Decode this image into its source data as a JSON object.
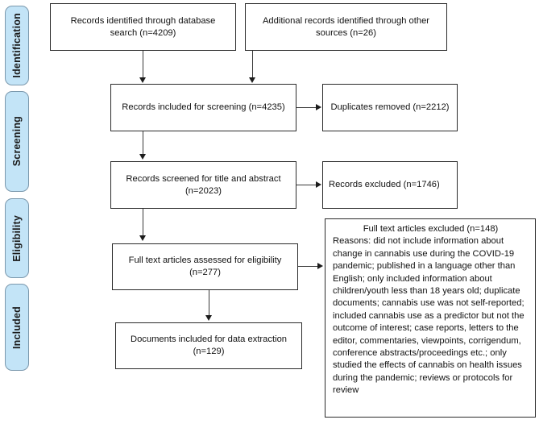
{
  "diagram": {
    "type": "prisma-flow-diagram",
    "stages": [
      {
        "id": "identification",
        "label": "Identification"
      },
      {
        "id": "screening",
        "label": "Screening"
      },
      {
        "id": "eligibility",
        "label": "Eligibility"
      },
      {
        "id": "included",
        "label": "Included"
      }
    ],
    "nodes": {
      "records_database": "Records identified through database search (n=4209)",
      "records_other": "Additional records identified through other sources (n=26)",
      "records_screening": "Records included for screening (n=4235)",
      "duplicates_removed": "Duplicates removed (n=2212)",
      "records_title_abstract": "Records screened for title and abstract (n=2023)",
      "records_excluded": "Records excluded (n=1746)",
      "fulltext_assessed": "Full text articles assessed for eligibility (n=277)",
      "fulltext_excluded_head": "Full text articles excluded (n=148)",
      "fulltext_excluded_body": "Reasons: did not include information about change in cannabis use during the COVID-19 pandemic; published in a language other than English; only included information about children/youth less than 18 years old; duplicate documents; cannabis use was not self-reported; included cannabis use as a predictor but not the outcome of interest; case reports, letters to the editor, commentaries, viewpoints, corrigendum, conference abstracts/proceedings etc.; only studied the effects of cannabis on health issues during the pandemic; reviews or protocols for review",
      "documents_included": "Documents included for data extraction (n=129)"
    },
    "counts": {
      "database_records": 4209,
      "other_records": 26,
      "screening_records": 4235,
      "duplicates_removed": 2212,
      "title_abstract_screened": 2023,
      "records_excluded": 1746,
      "fulltext_assessed": 277,
      "fulltext_excluded": 148,
      "documents_included": 129
    },
    "colors": {
      "stage_fill": "#c3e4f7",
      "stage_border": "#7b98ad",
      "box_border": "#2b2b2b",
      "connector": "#3a3a3a",
      "background": "#ffffff",
      "text": "#111111"
    }
  }
}
